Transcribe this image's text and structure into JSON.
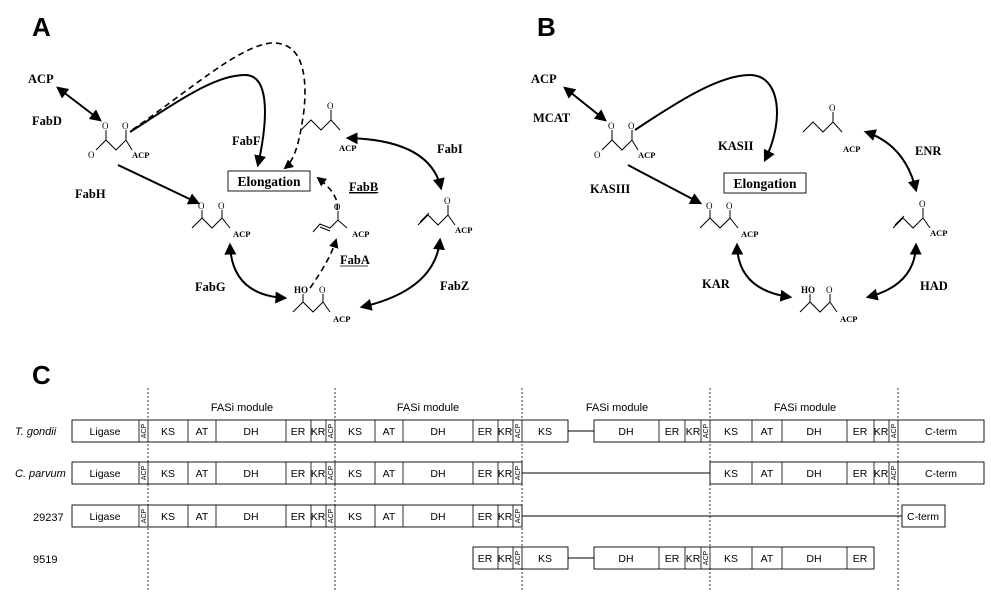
{
  "panels": {
    "a": "A",
    "b": "B",
    "c": "C"
  },
  "panel_a": {
    "acp_label": "ACP",
    "enzymes": {
      "fabd": "FabD",
      "fabh": "FabH",
      "fabf": "FabF",
      "fabi": "FabI",
      "fabb": "FabB",
      "faba": "FabA",
      "fabg": "FabG",
      "fabz": "FabZ"
    },
    "elongation": "Elongation",
    "acp_suffix": "ACP",
    "oxygen": "O",
    "hydroxyl": "HO"
  },
  "panel_b": {
    "acp_label": "ACP",
    "enzymes": {
      "mcat": "MCAT",
      "kasii": "KASII",
      "enr": "ENR",
      "kasiii": "KASIII",
      "kar": "KAR",
      "had": "HAD"
    },
    "elongation": "Elongation",
    "acp_suffix": "ACP",
    "oxygen": "O",
    "hydroxyl": "HO"
  },
  "panel_c": {
    "module_label": "FASi module",
    "organisms": [
      {
        "name": "T. gondii",
        "italic": true
      },
      {
        "name": "C. parvum",
        "italic": true
      },
      {
        "name": "29237",
        "italic": false
      },
      {
        "name": "9519",
        "italic": false
      }
    ],
    "domains": {
      "ligase": "Ligase",
      "acp": "ACP",
      "ks": "KS",
      "at": "AT",
      "dh": "DH",
      "er": "ER",
      "kr": "KR",
      "cterm": "C-term"
    }
  }
}
